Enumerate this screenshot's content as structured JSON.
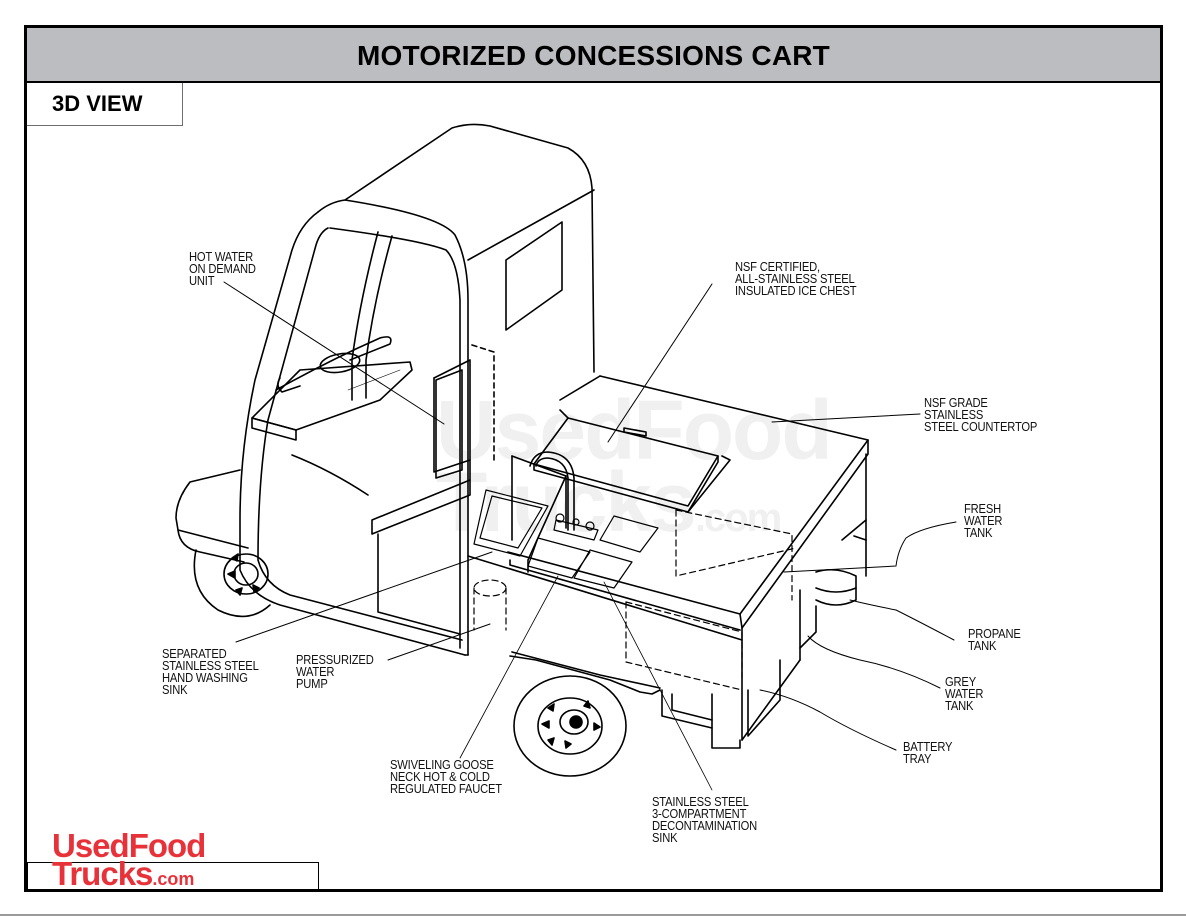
{
  "header": {
    "title": "MOTORIZED CONCESSIONS CART",
    "view_label": "3D VIEW"
  },
  "colors": {
    "title_bar": "#bcbdc0",
    "line": "#000000",
    "logo_red": "#e8323a"
  },
  "callouts": [
    {
      "id": "hot-water-unit",
      "lines": [
        "HOT WATER",
        "ON DEMAND",
        "UNIT"
      ]
    },
    {
      "id": "ice-chest",
      "lines": [
        "NSF CERTIFIED,",
        "ALL-STAINLESS STEEL",
        "INSULATED ICE CHEST"
      ]
    },
    {
      "id": "countertop",
      "lines": [
        "NSF GRADE",
        "STAINLESS",
        "STEEL COUNTERTOP"
      ]
    },
    {
      "id": "fresh-water-tank",
      "lines": [
        "FRESH",
        "WATER",
        "TANK"
      ]
    },
    {
      "id": "propane-tank",
      "lines": [
        "PROPANE",
        "TANK"
      ]
    },
    {
      "id": "grey-water-tank",
      "lines": [
        "GREY",
        "WATER",
        "TANK"
      ]
    },
    {
      "id": "battery-tray",
      "lines": [
        "BATTERY",
        "TRAY"
      ]
    },
    {
      "id": "hand-washing-sink",
      "lines": [
        "SEPARATED",
        "STAINLESS STEEL",
        "HAND WASHING",
        "SINK"
      ]
    },
    {
      "id": "water-pump",
      "lines": [
        "PRESSURIZED",
        "WATER",
        "PUMP"
      ]
    },
    {
      "id": "faucet",
      "lines": [
        "SWIVELING GOOSE",
        "NECK HOT & COLD",
        "REGULATED FAUCET"
      ]
    },
    {
      "id": "three-compartment-sink",
      "lines": [
        "STAINLESS STEEL",
        "3-COMPARTMENT",
        "DECONTAMINATION",
        "SINK"
      ]
    }
  ],
  "watermark": {
    "line1": "UsedFood",
    "line2": "Trucks",
    "suffix": ".com"
  },
  "logo": {
    "line1": "UsedFood",
    "line2": "Trucks",
    "suffix": ".com"
  }
}
